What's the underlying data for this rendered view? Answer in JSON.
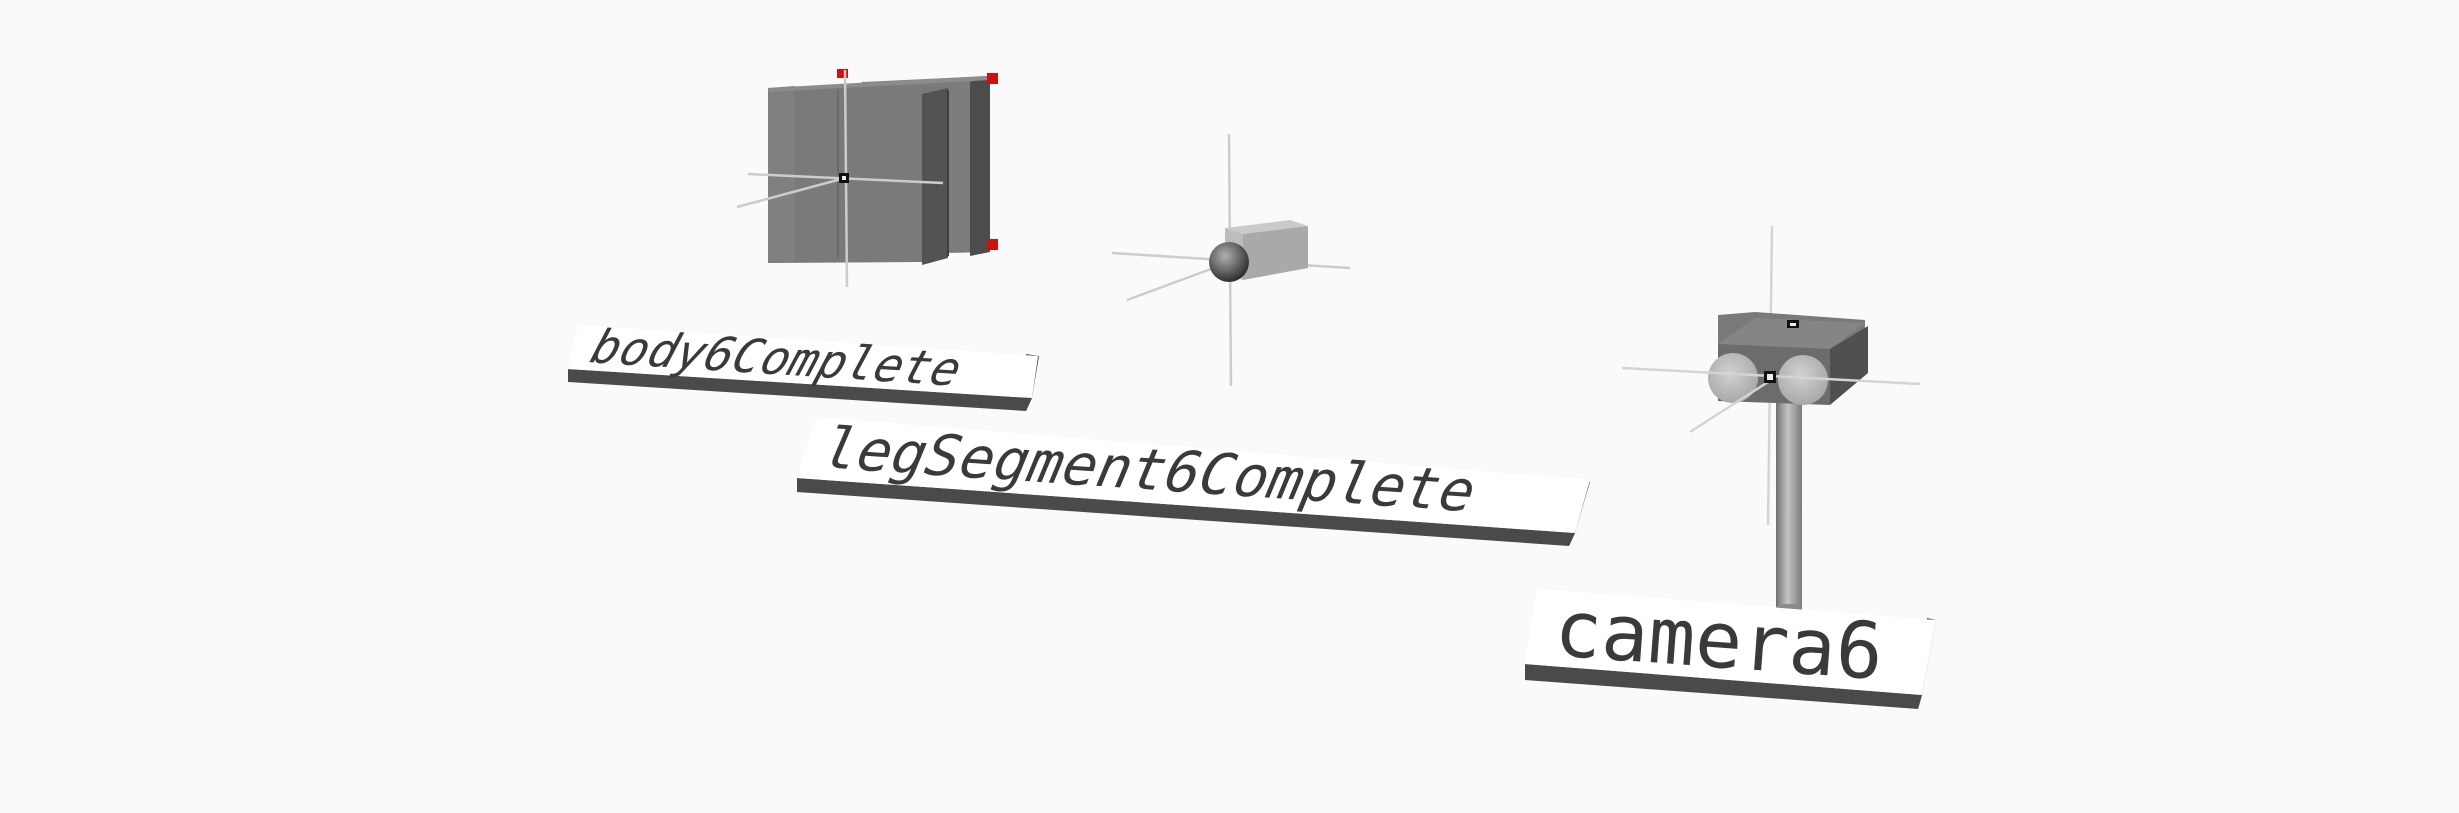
{
  "scene": {
    "objects": [
      {
        "id": "body",
        "label": "body6Complete"
      },
      {
        "id": "leg",
        "label": "legSegment6Complete"
      },
      {
        "id": "camera",
        "label": "camera6"
      }
    ],
    "colors": {
      "background": "#fafafa",
      "solid_front": "#7a7a7a",
      "solid_side": "#555555",
      "solid_top": "#8a8a8a",
      "axis": "#cccccc",
      "marker": "#cc1111",
      "label_face": "#ffffff",
      "label_shadow": "#4a4a4a",
      "label_text": "#3a3a3a"
    }
  }
}
